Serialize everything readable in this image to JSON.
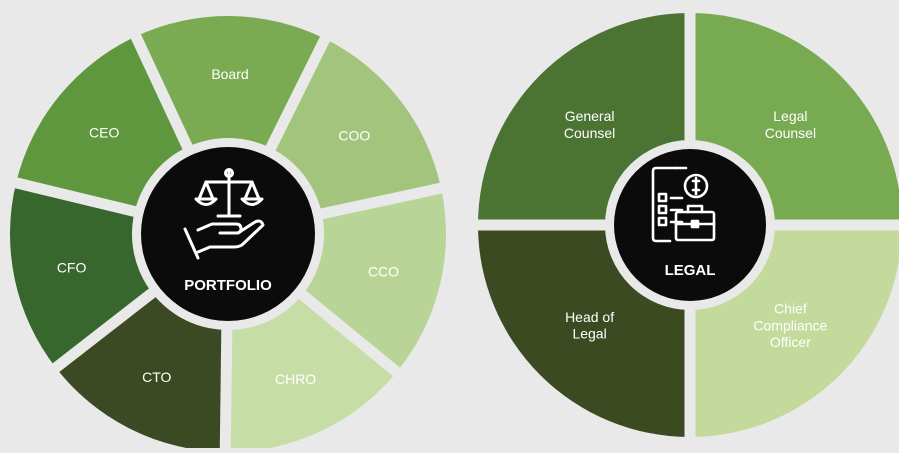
{
  "left_wheel": {
    "center_label": "PORTFOLIO",
    "center_icon": "scales-of-justice-in-hand-icon",
    "segments": [
      {
        "label": "Board",
        "color": "#7aab52"
      },
      {
        "label": "COO",
        "color": "#a3c47c"
      },
      {
        "label": "CCO",
        "color": "#b8d597"
      },
      {
        "label": "CHRO",
        "color": "#c7dda6"
      },
      {
        "label": "CTO",
        "color": "#3b4a23"
      },
      {
        "label": "CFO",
        "color": "#38672d"
      },
      {
        "label": "CEO",
        "color": "#5f973f"
      }
    ]
  },
  "right_wheel": {
    "center_label": "LEGAL",
    "center_icon": "document-and-briefcase-icon",
    "segments": [
      {
        "label": "Legal\nCounsel",
        "color": "#78aa52"
      },
      {
        "label": "Chief\nCompliance\nOfficer",
        "color": "#c4d99c"
      },
      {
        "label": "Head of\nLegal",
        "color": "#3c4a22"
      },
      {
        "label": "General\nCounsel",
        "color": "#4b7332"
      }
    ]
  },
  "colors": {
    "background": "#e9e9e9",
    "hub": "#0b0b0b",
    "hub_text": "#ffffff",
    "segment_text": "#ffffff"
  }
}
